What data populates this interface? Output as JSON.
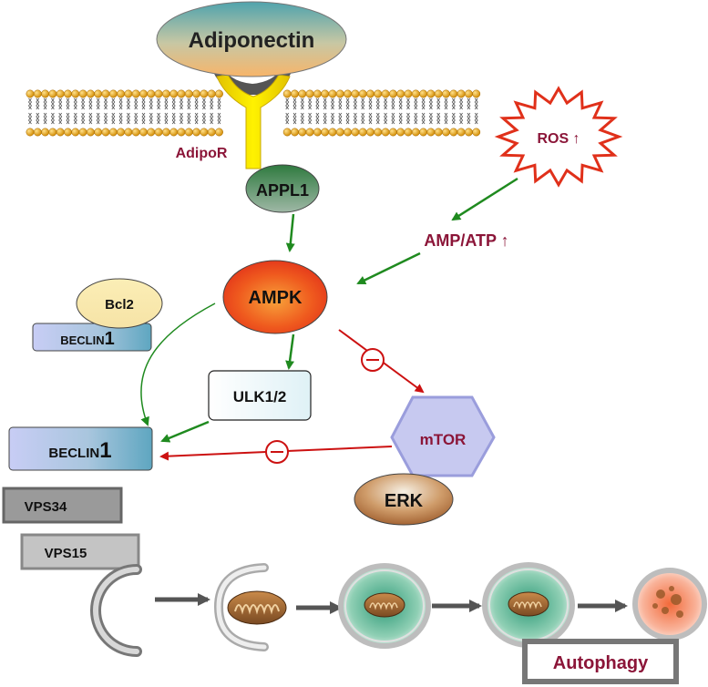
{
  "ligand": {
    "label": "Adiponectin"
  },
  "receptor": {
    "label": "AdipoR"
  },
  "adaptor": {
    "label": "APPL1"
  },
  "stress": {
    "ros_label": "ROS ↑",
    "ratio_label": "AMP/ATP ↑"
  },
  "kinases": {
    "ampk": "AMPK",
    "ulk": "ULK1/2",
    "mtor": "mTOR",
    "erk": "ERK"
  },
  "complex_top": {
    "bcl2": "Bcl2",
    "beclin_text": "BECLIN",
    "beclin_num": "1"
  },
  "complex_main": {
    "beclin_text": "BECLIN",
    "beclin_num": "1",
    "vps34": "VPS34",
    "vps15": "VPS15"
  },
  "outcome": {
    "label": "Autophagy"
  },
  "colors": {
    "activation": "#1f8a1f",
    "inhibition": "#cc1111",
    "process_arrow": "#555555",
    "label_maroon": "#8b1538"
  }
}
